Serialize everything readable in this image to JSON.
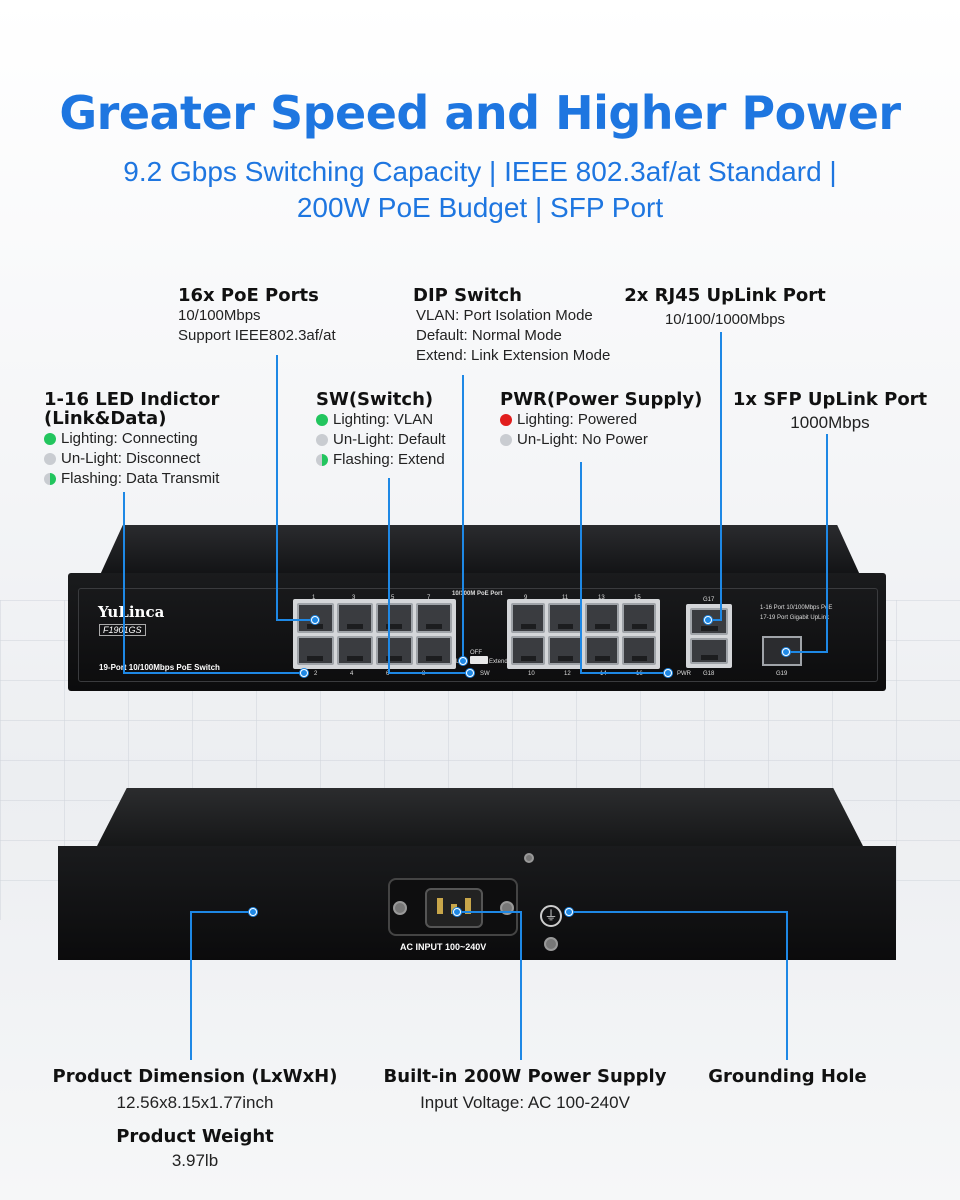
{
  "header": {
    "title": "Greater Speed and Higher Power",
    "subtitle_line1": "9.2 Gbps Switching Capacity | IEEE 802.3af/at Standard |",
    "subtitle_line2": "200W PoE Budget | SFP Port"
  },
  "callouts": {
    "poe_ports": {
      "title": "16x PoE Ports",
      "line1": "10/100Mbps",
      "line2": "Support IEEE802.3af/at"
    },
    "dip_switch": {
      "title": "DIP Switch",
      "line1": "VLAN: Port Isolation Mode",
      "line2": "Default: Normal Mode",
      "line3": "Extend: Link Extension Mode"
    },
    "rj45_uplink": {
      "title": "2x RJ45 UpLink Port",
      "line1": "10/100/1000Mbps"
    },
    "led_indicator": {
      "title_line1": "1-16 LED Indictor",
      "title_line2": "(Link&Data)",
      "item1": "Lighting: Connecting",
      "item2": "Un-Light: Disconnect",
      "item3": "Flashing: Data Transmit"
    },
    "sw_switch": {
      "title": "SW(Switch)",
      "item1": "Lighting: VLAN",
      "item2": "Un-Light: Default",
      "item3": "Flashing: Extend"
    },
    "pwr": {
      "title": "PWR(Power Supply)",
      "item1": "Lighting: Powered",
      "item2": "Un-Light: No Power"
    },
    "sfp_uplink": {
      "title": "1x SFP UpLink Port",
      "line1": "1000Mbps"
    }
  },
  "device_front": {
    "brand": "YuLinca",
    "model": "F1901GS",
    "label": "19-Port 10/100Mbps PoE Switch",
    "poe_group_label": "10/100M PoE Port",
    "legend1": "1-16 Port 10/100Mbps PoE",
    "legend2": "17-19 Port Gigabit UpLink",
    "port_numbers_top": [
      "1",
      "3",
      "5",
      "7",
      "9",
      "11",
      "13",
      "15"
    ],
    "port_numbers_bottom": [
      "2",
      "4",
      "6",
      "8",
      "10",
      "12",
      "14",
      "16"
    ],
    "dip_off": "OFF",
    "dip_vlan": "VLAN",
    "dip_extend": "Extend",
    "sw_label": "SW",
    "pwr_label": "PWR",
    "g17": "G17",
    "g18": "G18",
    "g19": "G19"
  },
  "device_rear": {
    "ac_label": "AC INPUT 100~240V",
    "ground_symbol": "⏚"
  },
  "bottom": {
    "dimension": {
      "title": "Product Dimension (LxWxH)",
      "value": "12.56x8.15x1.77inch"
    },
    "weight": {
      "title": "Product Weight",
      "value": "3.97lb"
    },
    "power_supply": {
      "title": "Built-in 200W Power Supply",
      "value": "Input Voltage: AC 100-240V"
    },
    "grounding": {
      "title": "Grounding Hole"
    }
  },
  "colors": {
    "accent": "#1e76e0",
    "line": "#1e88e5",
    "led_green": "#22c55e",
    "led_red": "#e11d1d"
  }
}
